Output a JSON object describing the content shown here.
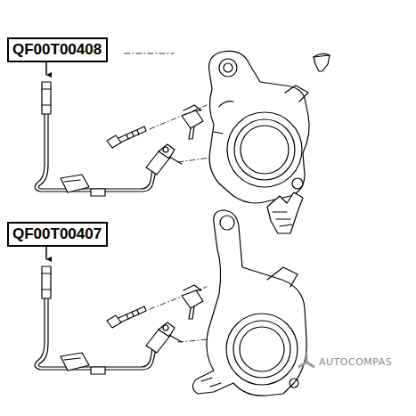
{
  "diagram": {
    "nodes": [
      {
        "text": [
          "QF00T00408"
        ]
      },
      {
        "text": [
          "QF00T00407"
        ]
      }
    ],
    "labels": [
      "AUTOCOMPAS"
    ]
  }
}
